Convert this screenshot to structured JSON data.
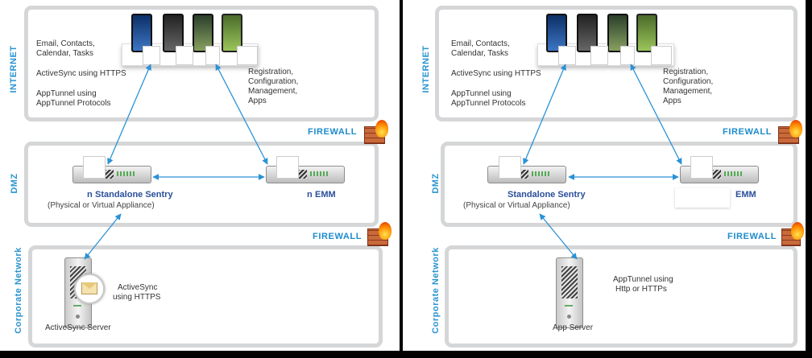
{
  "colors": {
    "zone_border": "#d5d6d8",
    "label_blue": "#2a94d0",
    "firewall_blue": "#1d8ccc",
    "sentry_blue": "#2a4f9a",
    "arrow": "#2b92d6"
  },
  "left": {
    "zone_internet": "INTERNET",
    "zone_dmz": "DMZ",
    "zone_corporate": "Corporate Network",
    "text_email": [
      "Email, Contacts,",
      "Calendar, Tasks"
    ],
    "text_activesync": "ActiveSync using HTTPS",
    "text_apptunnel": [
      "AppTunnel using",
      "AppTunnel Protocols"
    ],
    "text_registration": [
      "Registration,",
      "Configuration,",
      "Management,",
      "Apps"
    ],
    "firewall_top": "FIREWALL",
    "firewall_bottom": "FIREWALL",
    "sentry_title": "Standalone Sentry",
    "sentry_prefix": "n",
    "sentry_sub": "(Physical or Virtual Appliance)",
    "emm_title": "EMM",
    "emm_prefix": "n",
    "corp_note": [
      "ActiveSync",
      "using HTTPS"
    ],
    "server_label": "ActiveSync Server"
  },
  "right": {
    "zone_internet": "INTERNET",
    "zone_dmz": "DMZ",
    "zone_corporate": "Corporate Network",
    "text_email": [
      "Email, Contacts,",
      "Calendar, Tasks"
    ],
    "text_activesync": "ActiveSync using HTTPS",
    "text_apptunnel": [
      "AppTunnel using",
      "AppTunnel Protocols"
    ],
    "text_registration": [
      "Registration,",
      "Configuration,",
      "Management,",
      "Apps"
    ],
    "firewall_top": "FIREWALL",
    "firewall_bottom": "FIREWALL",
    "sentry_title": "Standalone Sentry",
    "sentry_sub": "(Physical or Virtual Appliance)",
    "emm_title": "EMM",
    "corp_note": [
      "AppTunnel using",
      "Http or HTTPs"
    ],
    "server_label": "App Server"
  },
  "icons": [
    "smartphone-icon",
    "appliance-icon",
    "server-icon",
    "mail-icon",
    "firewall-icon"
  ]
}
